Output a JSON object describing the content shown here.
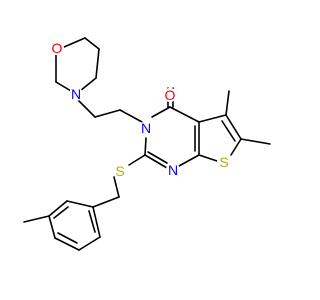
{
  "molecule": {
    "atoms": {
      "morpholine_o": {
        "label": "O",
        "color": "#ff0000"
      },
      "morpholine_n": {
        "label": "N",
        "color": "#0000ff"
      },
      "ring_n3": {
        "label": "N",
        "color": "#0000ff"
      },
      "ring_n1": {
        "label": "N",
        "color": "#0000ff"
      },
      "carbonyl_o": {
        "label": "O",
        "color": "#ff0000"
      },
      "thioether_s": {
        "label": "S",
        "color": "#b2b200"
      },
      "thiophene_s": {
        "label": "S",
        "color": "#b2b200"
      }
    }
  }
}
